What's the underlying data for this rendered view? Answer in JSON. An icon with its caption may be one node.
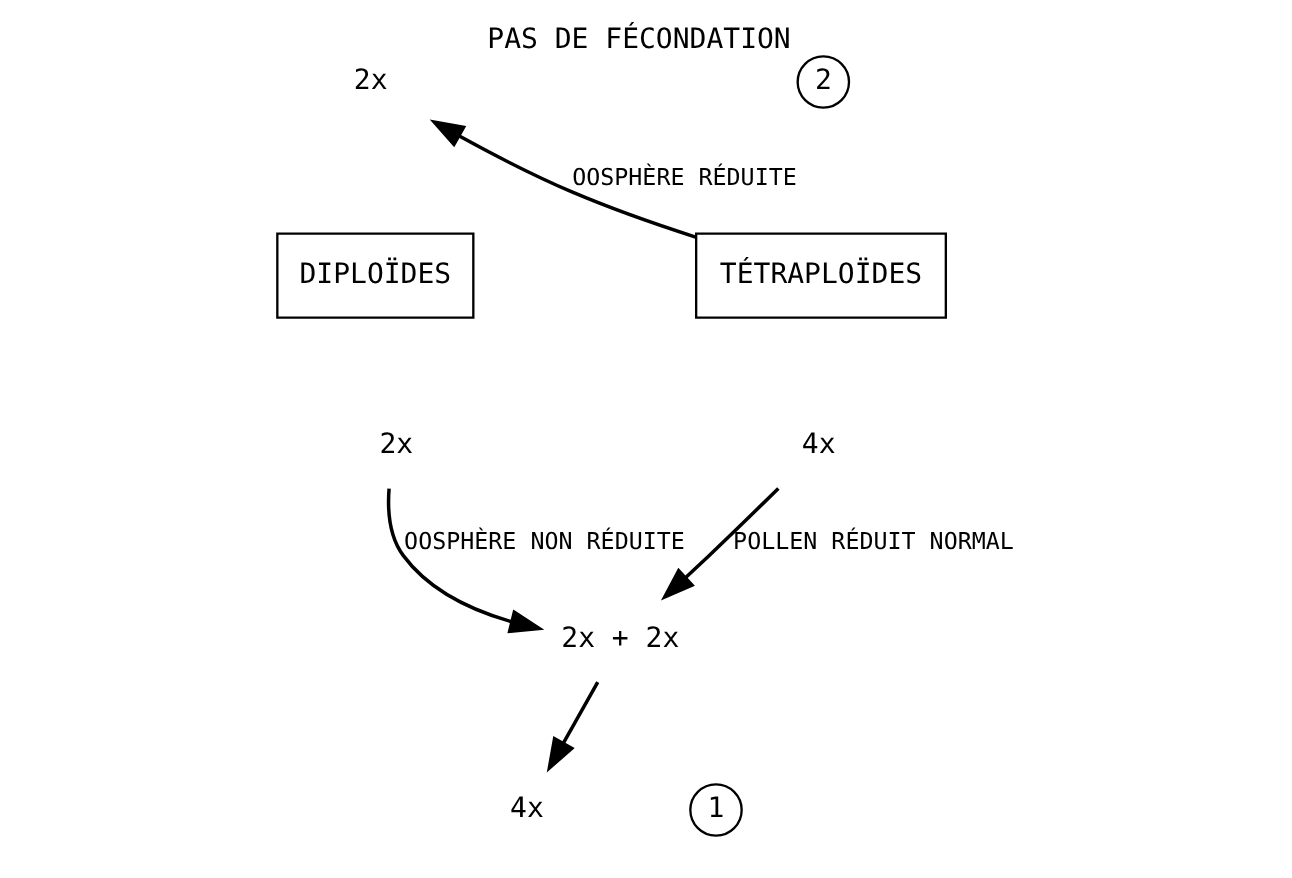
{
  "diagram": {
    "nodes": [
      {
        "text": [
          "2x"
        ]
      },
      {
        "text": [
          "2"
        ],
        "beside": [
          "PAS DE FÉCONDATION"
        ]
      },
      {
        "text": [
          "DIPLOÏDES"
        ]
      },
      {
        "text": [
          "TÉTRAPLOÏDES"
        ]
      },
      {
        "text": [
          "2x"
        ]
      },
      {
        "text": [
          "4x"
        ]
      },
      {
        "text": [
          "2x + 2x"
        ]
      },
      {
        "text": [
          "4x"
        ]
      },
      {
        "text": [
          "1"
        ]
      }
    ],
    "edges": [
      {
        "from": 3,
        "to": 0,
        "arrow": "to",
        "label": "OOSPHÈRE RÉDUITE"
      },
      {
        "from": 4,
        "to": 6,
        "arrow": "to",
        "label": "OOSPHÈRE NON RÉDUITE"
      },
      {
        "from": 5,
        "to": 6,
        "arrow": "to",
        "label": "POLLEN RÉDUIT NORMAL"
      },
      {
        "from": 6,
        "to": 7,
        "arrow": "to"
      }
    ]
  }
}
